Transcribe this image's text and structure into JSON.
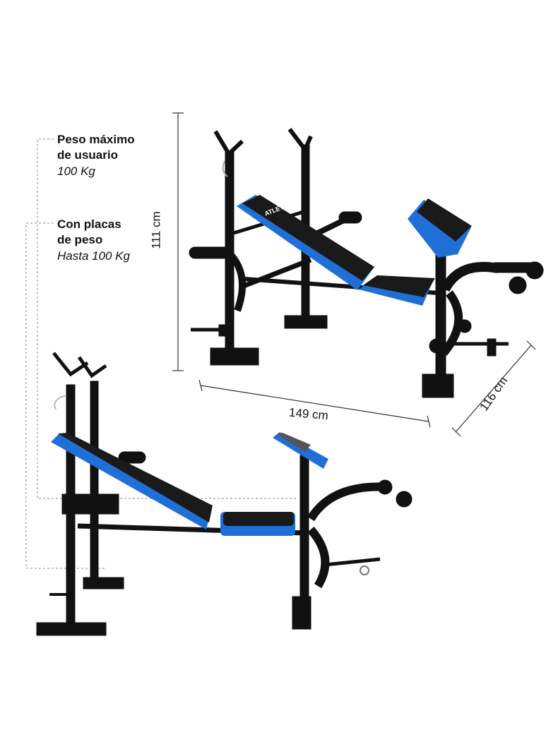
{
  "specs": {
    "max_user_weight": {
      "label_line1": "Peso máximo",
      "label_line2": "de usuario",
      "value": "100 Kg"
    },
    "plate_weight": {
      "label_line1": "Con placas",
      "label_line2": "de peso",
      "value": "Hasta 100 Kg"
    }
  },
  "dimensions": {
    "height": "111 cm",
    "width": "149 cm",
    "depth": "116 cm"
  },
  "brand": "ATLETIS",
  "colors": {
    "accent": "#1f6fd6",
    "frame": "#111111",
    "pad": "#1a1a1a",
    "guide": "#888888"
  }
}
